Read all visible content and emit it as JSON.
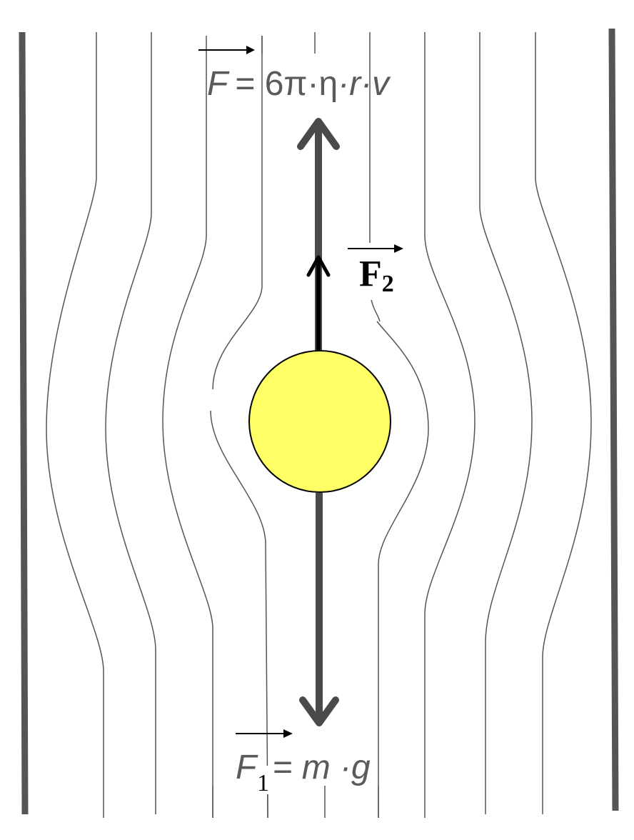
{
  "labels": {
    "stokes_force": "F = 6π·η·r·v",
    "stokes_F": "F",
    "stokes_rhs": "= 6",
    "stokes_pi": "π",
    "stokes_dot1": "·",
    "stokes_eta": "η",
    "stokes_dot2": "·r·v",
    "f2_letter": "F",
    "f2_sub": "2",
    "gravity_F": "F",
    "gravity_sub": "1",
    "gravity_rhs": "= m ·g"
  },
  "colors": {
    "sphere_fill": "#ffff66",
    "sphere_stroke": "#000000",
    "walls": "#555555",
    "streamlines": "#555555",
    "force_arrows": "#4a4a4a",
    "f2_arrow": "#000000",
    "formula_text": "#5a5a5a"
  }
}
